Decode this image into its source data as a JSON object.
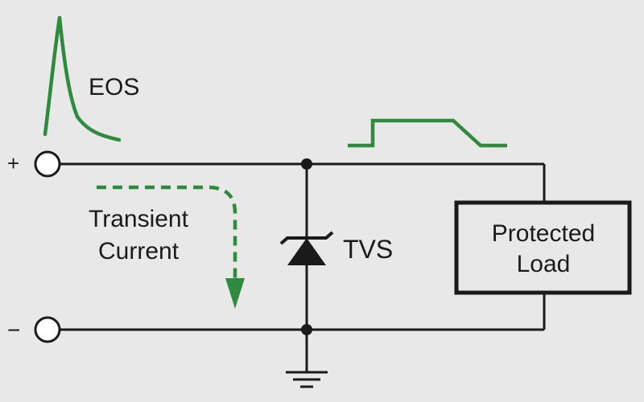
{
  "labels": {
    "plus_terminal": "+",
    "minus_terminal": "−",
    "eos": "EOS",
    "transient_line1": "Transient",
    "transient_line2": "Current",
    "tvs": "TVS",
    "load_line1": "Protected",
    "load_line2": "Load"
  },
  "colors": {
    "background": "#e8e8e8",
    "wire": "#1a1a1a",
    "signal": "#2e8a3c"
  },
  "icons": [
    "tvs-diode-symbol",
    "ground-symbol",
    "terminal-circle",
    "arrow-down-icon"
  ]
}
